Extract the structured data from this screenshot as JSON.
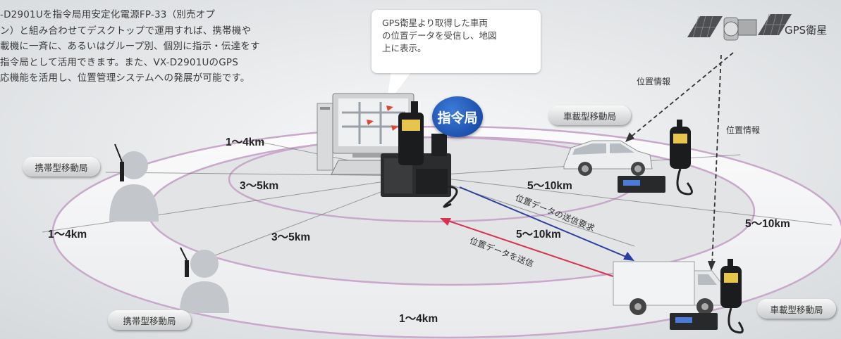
{
  "intro": {
    "lines": [
      "-D2901Uを指令局用安定化電源FP-33（別売オプ",
      "ン）と組み合わせてデスクトップで運用すれば、携帯機や",
      "載機に一斉に、あるいはグループ別、個別に指示・伝達をす",
      "指令局として活用できます。また、VX-D2901UのGPS",
      "応機能を活用し、位置管理システムへの発展が可能です。"
    ]
  },
  "bubble": {
    "lines": [
      "GPS衛星より取得した車両",
      "の位置データを受信し、地図",
      "上に表示。"
    ]
  },
  "satellite": {
    "label": "GPS衛星"
  },
  "hq": {
    "label": "指令局"
  },
  "stations": {
    "portable_top": "携帯型移動局",
    "portable_bottom": "携帯型移動局",
    "vehicle_top": "車載型移動局",
    "vehicle_bottom": "車載型移動局"
  },
  "position_info": {
    "left": "位置情報",
    "right": "位置情報"
  },
  "arrows": {
    "request": {
      "label": "位置データの送信要求",
      "color": "#2a3f9e"
    },
    "send": {
      "label": "位置データを送信",
      "color": "#d8324e"
    }
  },
  "distances": {
    "d1": "1〜4km",
    "d2": "3〜5km",
    "d3": "1〜4km",
    "d4": "3〜5km",
    "d5": "5〜10km",
    "d6": "5〜10km",
    "d7": "5〜10km",
    "d8": "1〜4km"
  },
  "colors": {
    "ring": "#c9a8cc",
    "ring_inner": "#f3f3f5",
    "background": "#e4e6e8"
  }
}
